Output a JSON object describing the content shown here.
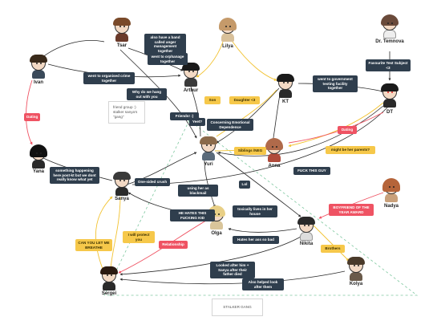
{
  "characters": {
    "tsar": "Tsar",
    "ivan": "Ivan",
    "lilya": "Lilya",
    "dr_temnova": "Dr. Temnova",
    "arthur": "Arthur",
    "kt": "KT",
    "dt": "DT",
    "yana": "Yana",
    "yuri": "Yuri",
    "anna": "Anna",
    "sanya": "Sanya",
    "nadya": "Nadya",
    "olga": "Olga",
    "nikita": "Nikita",
    "kolya": "Kolya",
    "sergei": "Sergei"
  },
  "labels": {
    "band": "also have a band called anger management together",
    "orphanage": "went to orphanage together",
    "crime": "went to organised crime together",
    "hang_out": "Why do we hang out with you",
    "gov_facility": "went to government testing facility together",
    "favourite_subject": "Favourite Test Subject <3",
    "son": "Son",
    "daughter": "Daughter <3",
    "friends": "Friends! :)",
    "yeet": "Yeet?",
    "emotional_dependence": "Concerning Emotional Dependence",
    "dating_ivan_yana": "Dating",
    "dating_kt_dt": "Dating",
    "siblings": "Siblings /NEG",
    "parents": "might be her parents?",
    "fuck_this_guy": "FUCK THIS GUY",
    "something_happening": "something happening here post-kt but we dont really know what yet",
    "crush": "One-sided crush",
    "blackmail": "using her as blackmail",
    "lol": "Lol",
    "toxically": "toxically lives in her house",
    "boyfriend_award": "BOYFRIEND OF THE YEAR AWARD",
    "hates_kid": "HE HATES THIS FUCKING KID",
    "relationship": "Relationship",
    "let_me_breathe": "CAN YOU LET ME BREATHE",
    "protect": "I will protect you",
    "hates_ass": "Hates her ass so bad",
    "brothers": "Brothers",
    "looked_after": "Looked after him + Sanya after their father died",
    "helped": "Also helped look after them"
  },
  "notes": {
    "friend_group": "friend group :) stalker sanya's \"gang\"",
    "stalker_gang": "STALKER GANG"
  },
  "colors": {
    "dark_label": "#2f3e4d",
    "yellow_label": "#f6c84a",
    "red_label": "#ef5363",
    "dark_line": "#2b2b2b",
    "yellow_line": "#f2c230",
    "red_line": "#ef5363",
    "dashed_green": "#7fc8a0"
  }
}
